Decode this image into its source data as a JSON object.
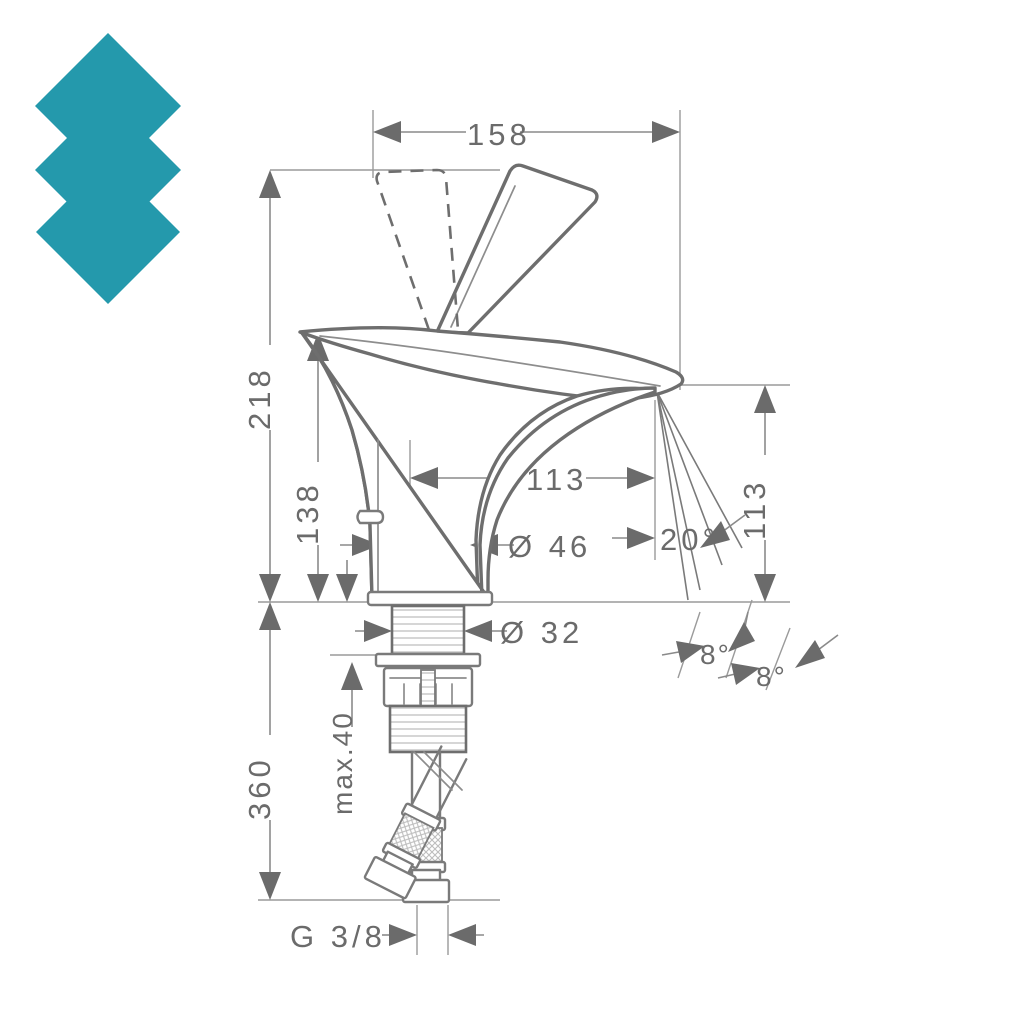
{
  "page": {
    "title": "Faucet technical dimension drawing",
    "background_color": "#ffffff",
    "line_color": "#6e6e6e",
    "dimension_color": "#8a8a8a",
    "text_color": "#6b6b6b"
  },
  "logo": {
    "name": "chevron-diamond-logo",
    "color": "#2499ac",
    "shape": "three stacked chevrons, bottom one a filled diamond"
  },
  "dimensions": {
    "overall_width": {
      "label": "158",
      "orientation": "horizontal",
      "position": "top"
    },
    "overall_height": {
      "label": "218",
      "orientation": "vertical",
      "position": "left-outer"
    },
    "spout_height": {
      "label": "138",
      "orientation": "vertical",
      "position": "left-inner"
    },
    "total_depth": {
      "label": "360",
      "orientation": "vertical",
      "position": "left-lower"
    },
    "max_thickness": {
      "label": "max.40",
      "orientation": "vertical",
      "position": "under-deck"
    },
    "spout_reach": {
      "label": "113",
      "orientation": "horizontal",
      "position": "middle"
    },
    "spray_height": {
      "label": "113",
      "orientation": "vertical",
      "position": "right"
    },
    "body_diameter": {
      "label": "Ø 46",
      "orientation": "horizontal",
      "position": "body-base"
    },
    "shank_diameter": {
      "label": "Ø 32",
      "orientation": "horizontal",
      "position": "shank"
    },
    "spray_angle": {
      "label": "20°",
      "orientation": "angular",
      "position": "spray-cone"
    },
    "spray_angle_left": {
      "label": "8°",
      "orientation": "angular",
      "position": "below-deck-left"
    },
    "spray_angle_right": {
      "label": "8°",
      "orientation": "angular",
      "position": "below-deck-right"
    },
    "connection_thread": {
      "label": "G 3/8",
      "orientation": "horizontal",
      "position": "bottom"
    }
  },
  "chart_data": {
    "type": "table",
    "title": "Faucet technical dimension drawing",
    "rows": [
      {
        "name": "overall_width",
        "label": "158",
        "unit": "mm"
      },
      {
        "name": "overall_height",
        "label": "218",
        "unit": "mm"
      },
      {
        "name": "spout_height",
        "label": "138",
        "unit": "mm"
      },
      {
        "name": "total_depth",
        "label": "360",
        "unit": "mm"
      },
      {
        "name": "max_deck_thickness",
        "label": "max.40",
        "unit": "mm"
      },
      {
        "name": "spout_reach",
        "label": "113",
        "unit": "mm"
      },
      {
        "name": "spray_height",
        "label": "113",
        "unit": "mm"
      },
      {
        "name": "body_diameter",
        "label": "Ø 46",
        "unit": "mm"
      },
      {
        "name": "shank_diameter",
        "label": "Ø 32",
        "unit": "mm"
      },
      {
        "name": "spray_angle",
        "label": "20°",
        "unit": "deg"
      },
      {
        "name": "spray_angle_left",
        "label": "8°",
        "unit": "deg"
      },
      {
        "name": "spray_angle_right",
        "label": "8°",
        "unit": "deg"
      },
      {
        "name": "connection_thread",
        "label": "G 3/8",
        "unit": ""
      }
    ]
  }
}
